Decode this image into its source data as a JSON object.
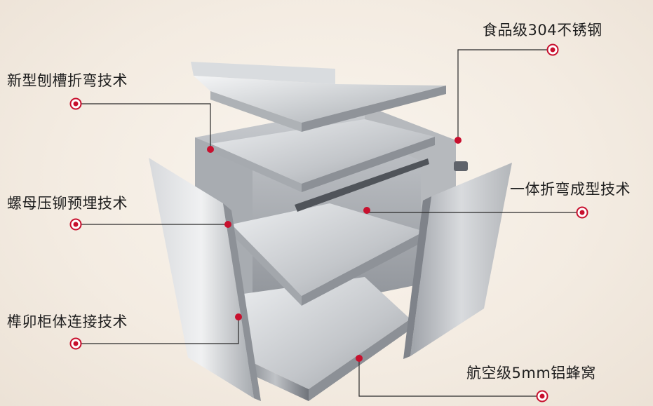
{
  "colors": {
    "accent": "#c8102e",
    "line": "#2a2a2a",
    "steel_light": "#e6e7e9",
    "steel_mid": "#b8bbbf",
    "steel_dark": "#8a8e94"
  },
  "callouts": [
    {
      "text": "新型刨槽折弯技术"
    },
    {
      "text": "螺母压铆预埋技术"
    },
    {
      "text": "榫卯柜体连接技术"
    },
    {
      "text": "食品级304不锈钢"
    },
    {
      "text": "一体折弯成型技术"
    },
    {
      "text": "航空级5mm铝蜂窝"
    }
  ]
}
